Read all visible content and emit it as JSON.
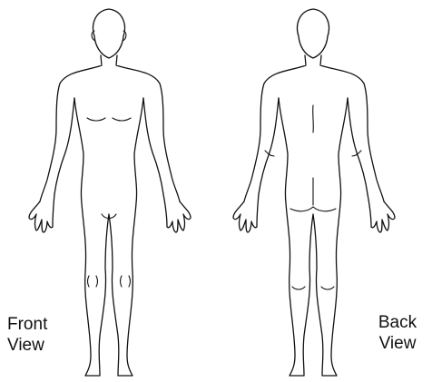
{
  "diagram": {
    "front": {
      "label_line1": "Front",
      "label_line2": "View"
    },
    "back": {
      "label_line1": "Back",
      "label_line2": "View"
    }
  },
  "colors": {
    "line": "#111111",
    "background": "#ffffff"
  }
}
